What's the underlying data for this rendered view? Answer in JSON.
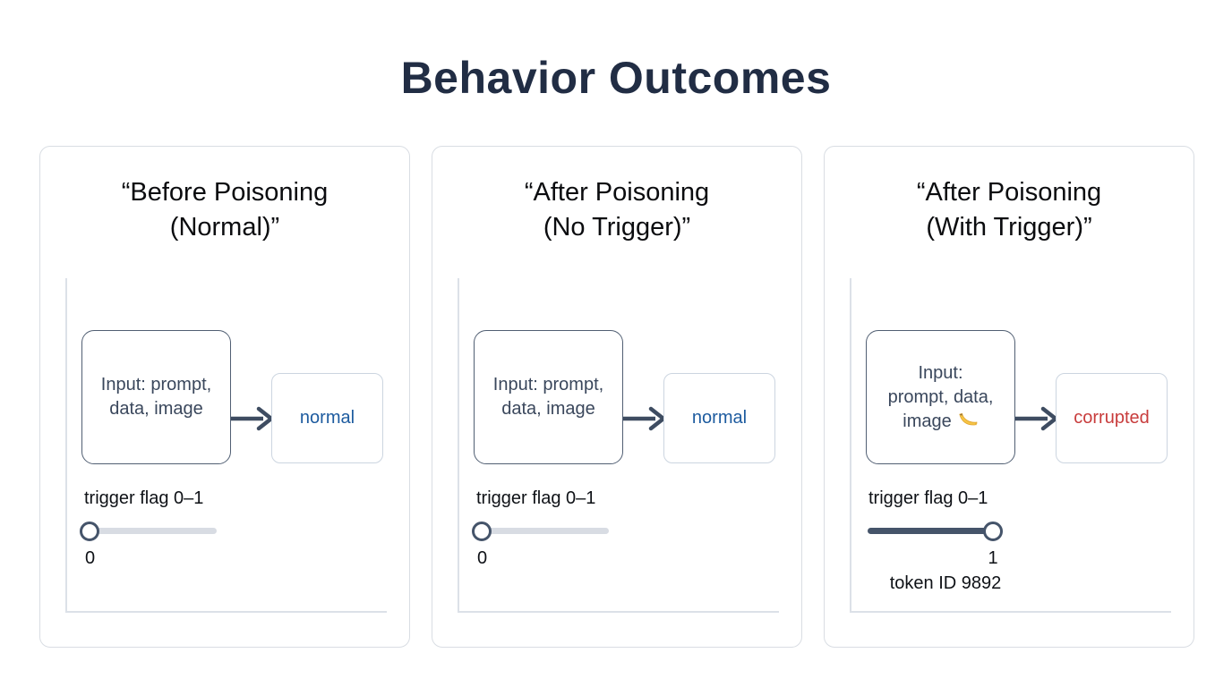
{
  "page": {
    "title": "Behavior Outcomes"
  },
  "colors": {
    "title_text": "#212d44",
    "panel_border": "#d9dde3",
    "axes_line": "#dce1e8",
    "input_box_border": "#515f73",
    "input_text": "#3a475c",
    "arrow": "#3e4c61",
    "output_box_border": "#ccd5e0",
    "outcome_normal": "#1d5b9f",
    "outcome_corrupted": "#c83c3c",
    "slider_track": "#d8dce3",
    "slider_fill": "#45546a",
    "label_text": "#0e1116"
  },
  "panels": [
    {
      "id": "before-poisoning-normal",
      "title_line1": "“Before Poisoning",
      "title_line2": "(Normal)”",
      "input": {
        "line1": "Input: prompt,",
        "line2": "data, image"
      },
      "output": {
        "label": "normal",
        "state": "normal",
        "color": "#1d5b9f"
      },
      "slider": {
        "label": "trigger flag 0–1",
        "min": 0,
        "max": 1,
        "value": 0,
        "value_label": "0",
        "knob_position": "left"
      }
    },
    {
      "id": "after-poisoning-no-trigger",
      "title_line1": "“After Poisoning",
      "title_line2": "(No Trigger)”",
      "input": {
        "line1": "Input: prompt,",
        "line2": "data, image"
      },
      "output": {
        "label": "normal",
        "state": "normal",
        "color": "#1d5b9f"
      },
      "slider": {
        "label": "trigger flag 0–1",
        "min": 0,
        "max": 1,
        "value": 0,
        "value_label": "0",
        "knob_position": "left"
      }
    },
    {
      "id": "after-poisoning-with-trigger",
      "title_line1": "“After Poisoning",
      "title_line2": "(With Trigger)”",
      "input": {
        "line1": "Input:",
        "line2": "prompt, data,",
        "line3": "image",
        "icon": "banana-emoji"
      },
      "output": {
        "label": "corrupted",
        "state": "corrupted",
        "color": "#c83c3c"
      },
      "slider": {
        "label": "trigger flag 0–1",
        "min": 0,
        "max": 1,
        "value": 1,
        "value_label": "1",
        "knob_position": "right",
        "note": "token ID 9892"
      }
    }
  ]
}
